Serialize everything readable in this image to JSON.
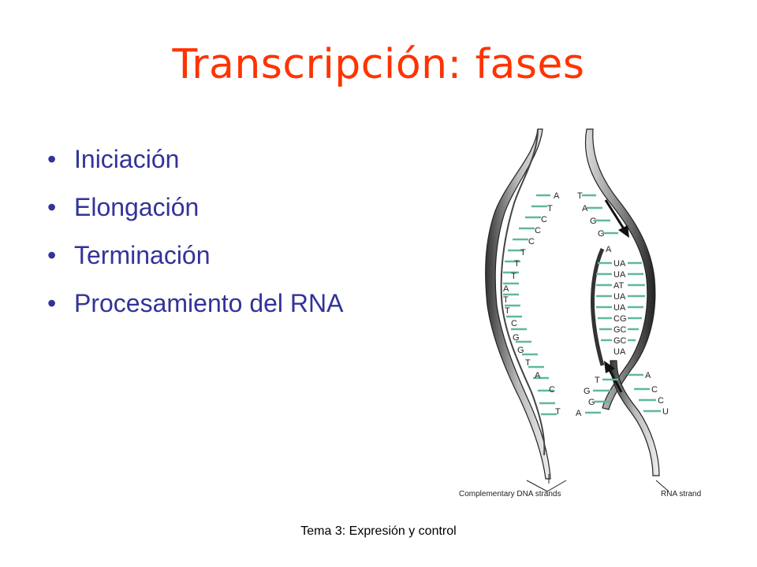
{
  "slide": {
    "title": "Transcripción: fases",
    "bullets": [
      "Iniciación",
      "Elongación",
      "Terminación",
      "Procesamiento del RNA"
    ],
    "footer": "Tema 3: Expresión y control"
  },
  "diagram": {
    "left_strand_bases": [
      "A",
      "T",
      "C",
      "C",
      "C",
      "T",
      "T",
      "T",
      "A",
      "T",
      "T",
      "C",
      "G",
      "G",
      "T",
      "A",
      "C",
      "T"
    ],
    "right_top_bases": [
      "T",
      "A",
      "G",
      "G",
      "A"
    ],
    "hybrid_pairs": [
      "UA",
      "UA",
      "AT",
      "UA",
      "UA",
      "CG",
      "GC",
      "GC",
      "UA"
    ],
    "right_bottom_dna": [
      "T",
      "G",
      "G",
      "A"
    ],
    "right_bottom_rna": [
      "A",
      "C",
      "C",
      "U"
    ],
    "label_dna": "Complementary DNA strands",
    "label_rna": "RNA strand",
    "colors": {
      "title": "#ff3300",
      "bullets": "#333399",
      "rungs": "#5fb8a0"
    }
  }
}
